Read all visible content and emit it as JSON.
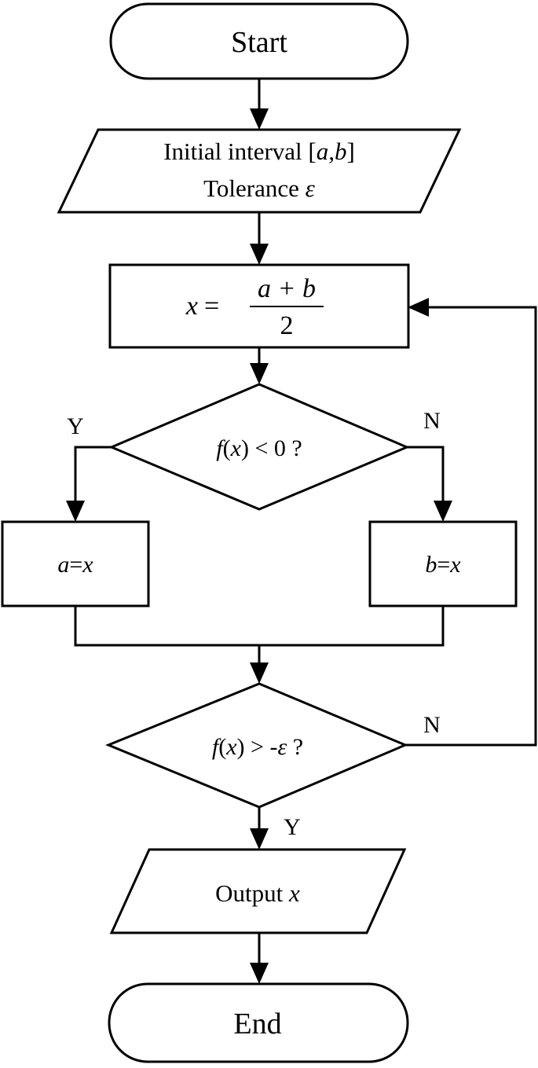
{
  "start": {
    "label": "Start"
  },
  "input": {
    "line1": "Initial interval [",
    "line1_var": "a,b",
    "line1_end": "]",
    "line2": "Tolerance ",
    "line2_var": "ε"
  },
  "midpoint": {
    "lhs": "x",
    "eq": "=",
    "numerator": "a + b",
    "denominator": "2"
  },
  "decision1": {
    "f": "f",
    "open": "(",
    "x": "x",
    "rest": ") < 0 ?",
    "yes_label": "Y",
    "no_label": "N"
  },
  "set_a": {
    "var": "a",
    "eq": "=",
    "val": "x"
  },
  "set_b": {
    "var": "b",
    "eq": "=",
    "val": "x"
  },
  "decision2": {
    "f": "f",
    "open": "(",
    "x": "x",
    "rest": ") > -",
    "eps": "ε",
    "q": " ?",
    "yes_label": "Y",
    "no_label": "N"
  },
  "output": {
    "label": "Output ",
    "var": "x"
  },
  "end": {
    "label": "End"
  }
}
